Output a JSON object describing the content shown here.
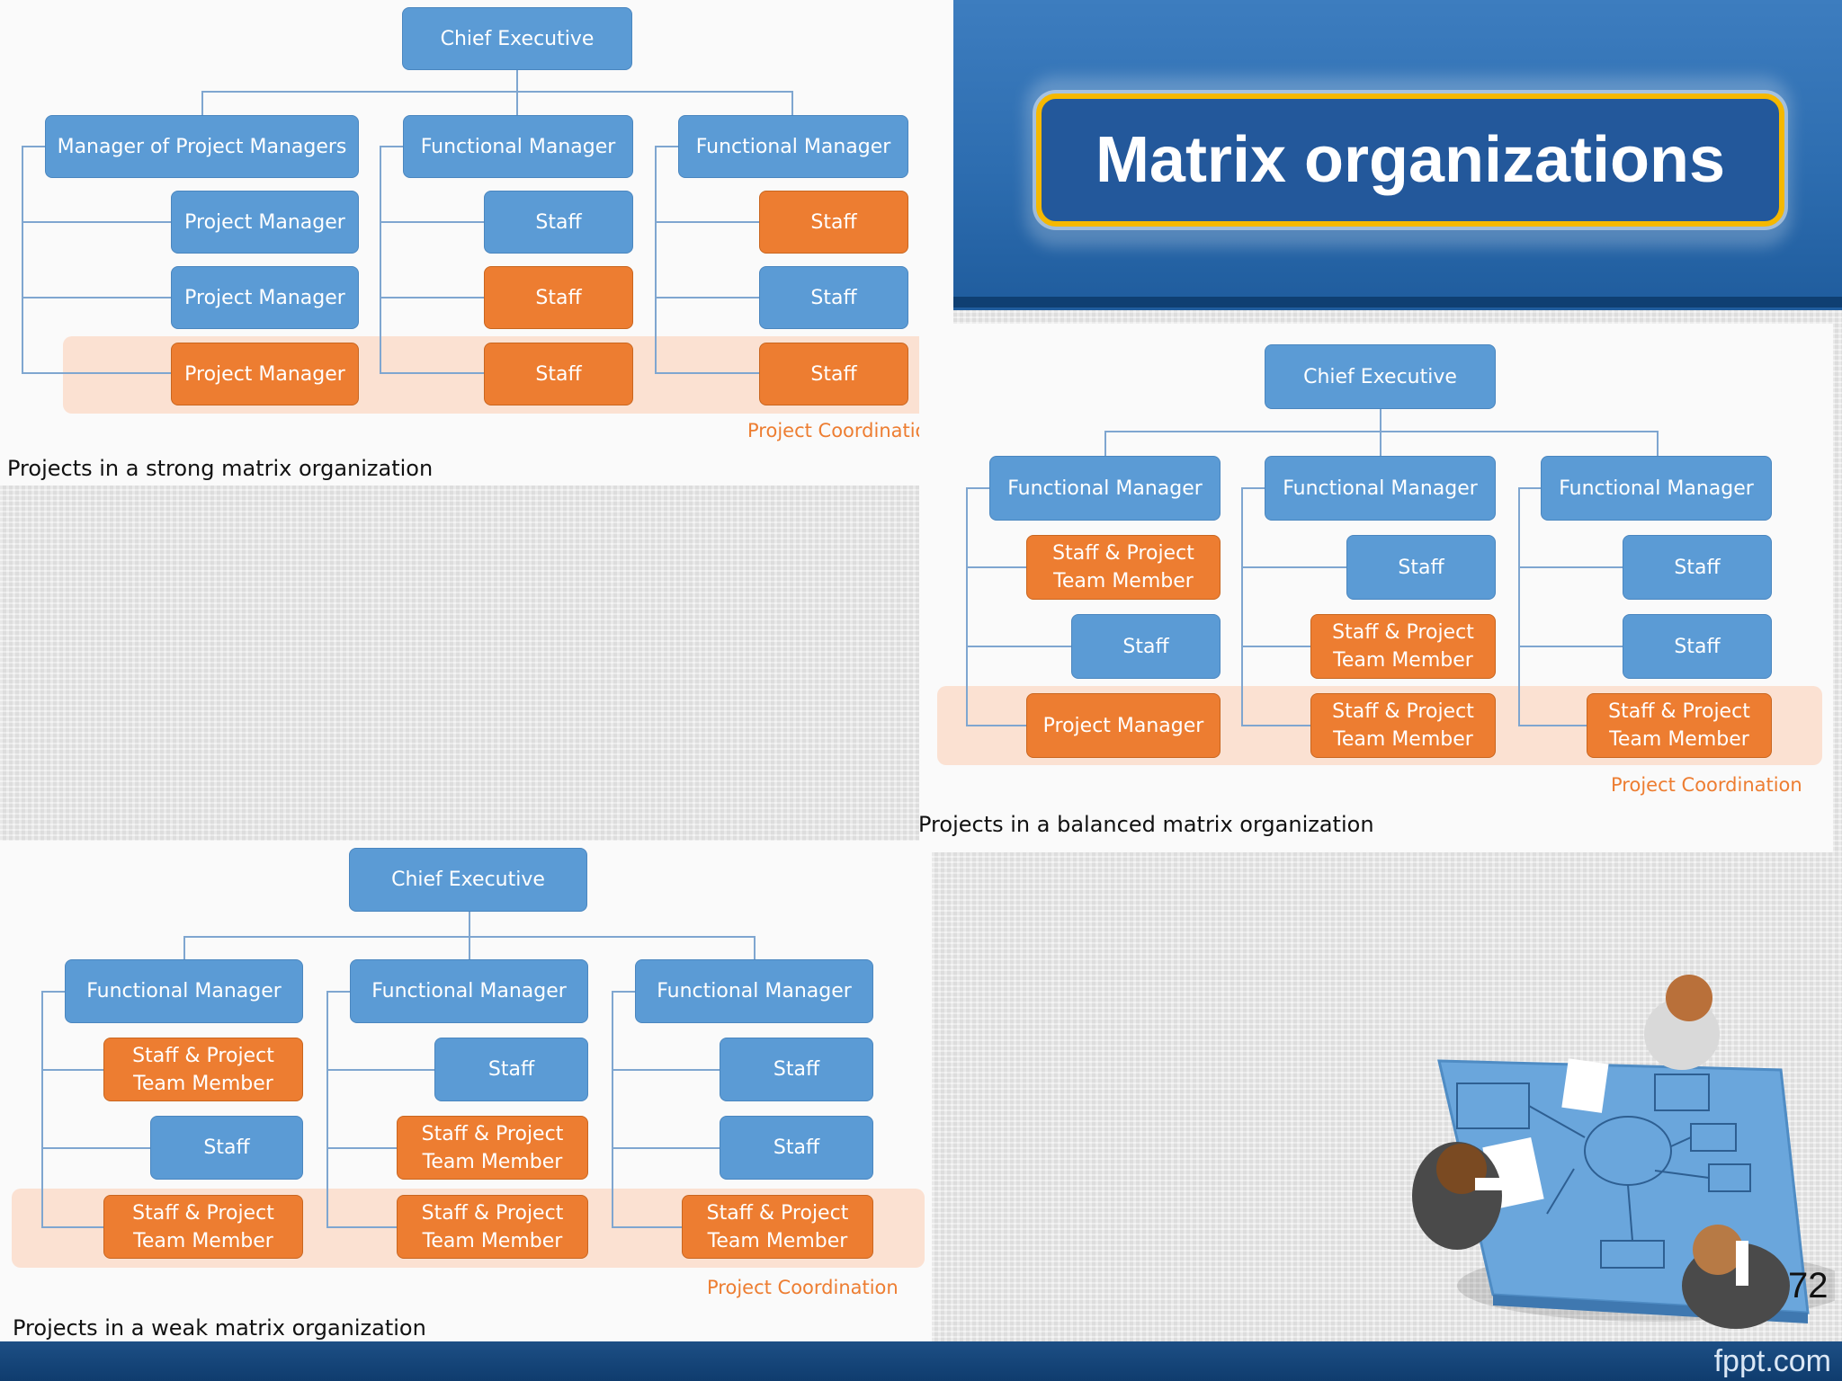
{
  "title": "Matrix organizations",
  "page_number": "72",
  "footer_brand": "fppt.com",
  "colors": {
    "blue_box": "#5b9bd5",
    "orange_box": "#ed7d31",
    "band": "#fbe1d2",
    "header": "#2d6db0",
    "title_border": "#f5b800"
  },
  "icons": {
    "meeting_illustration": "people-around-table-with-blueprint"
  },
  "strong": {
    "caption": "Projects in a strong matrix organization",
    "coordination": "Project Coordination",
    "ceo": "Chief Executive",
    "managers": [
      "Manager of Project Managers",
      "Functional Manager",
      "Functional Manager"
    ],
    "col1": [
      "Project Manager",
      "Project Manager",
      "Project Manager"
    ],
    "col2": [
      "Staff",
      "Staff",
      "Staff"
    ],
    "col3": [
      "Staff",
      "Staff",
      "Staff"
    ]
  },
  "balanced": {
    "caption": "Projects in a balanced matrix organization",
    "coordination": "Project Coordination",
    "ceo": "Chief Executive",
    "managers": [
      "Functional Manager",
      "Functional Manager",
      "Functional Manager"
    ],
    "col1": [
      "Staff & Project\nTeam Member",
      "Staff",
      "Project Manager"
    ],
    "col2": [
      "Staff",
      "Staff & Project\nTeam Member",
      "Staff & Project\nTeam Member"
    ],
    "col3": [
      "Staff",
      "Staff",
      "Staff & Project\nTeam Member"
    ]
  },
  "weak": {
    "caption": "Projects in a weak matrix organization",
    "coordination": "Project Coordination",
    "ceo": "Chief Executive",
    "managers": [
      "Functional Manager",
      "Functional Manager",
      "Functional Manager"
    ],
    "col1": [
      "Staff & Project\nTeam Member",
      "Staff",
      "Staff & Project\nTeam Member"
    ],
    "col2": [
      "Staff",
      "Staff & Project\nTeam Member",
      "Staff & Project\nTeam Member"
    ],
    "col3": [
      "Staff",
      "Staff",
      "Staff & Project\nTeam Member"
    ]
  }
}
